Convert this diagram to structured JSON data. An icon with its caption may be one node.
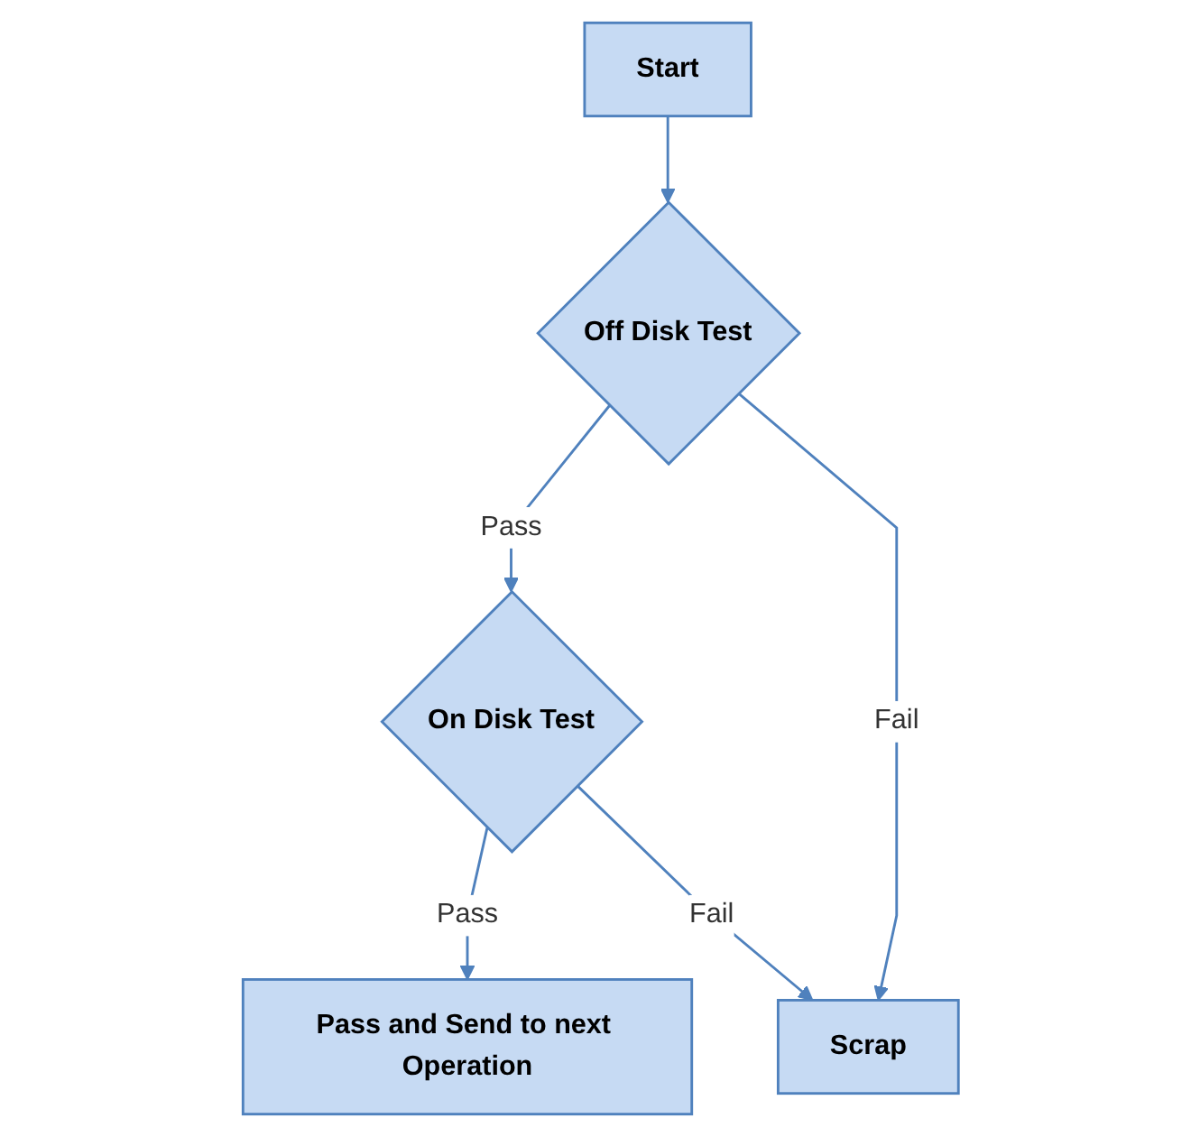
{
  "diagram": {
    "nodes": [
      {
        "text": [
          "Start"
        ]
      },
      {
        "text": [
          "Off Disk Test"
        ]
      },
      {
        "text": [
          "On Disk Test"
        ]
      },
      {
        "text": [
          "Pass and Send to next Operation"
        ]
      },
      {
        "text": [
          "Scrap"
        ]
      }
    ],
    "edges": [
      {
        "from": 0,
        "to": 1,
        "arrow": "to"
      },
      {
        "from": 1,
        "to": 2,
        "arrow": "to",
        "label": "Pass"
      },
      {
        "from": 1,
        "to": 4,
        "arrow": "to",
        "label": "Fail"
      },
      {
        "from": 2,
        "to": 3,
        "arrow": "to",
        "label": "Pass"
      },
      {
        "from": 2,
        "to": 4,
        "arrow": "to",
        "label": "Fail"
      }
    ]
  }
}
